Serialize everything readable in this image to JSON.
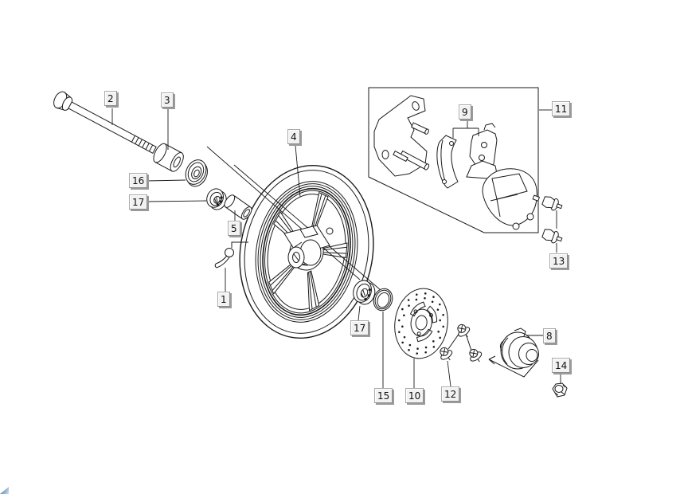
{
  "colors": {
    "background": "#ffffff",
    "line": "#1a1a1a",
    "callout_bg": "#f2f2f2",
    "callout_border": "#aaaaaa",
    "callout_shadow": "#9b9b9b",
    "callout_text": "#111111",
    "corner_mark_dark": "#3f5166",
    "corner_mark_light": "#cfe2f3"
  },
  "callouts": {
    "c1": {
      "num": "1"
    },
    "c2": {
      "num": "2"
    },
    "c3": {
      "num": "3"
    },
    "c4": {
      "num": "4"
    },
    "c5": {
      "num": "5"
    },
    "c8": {
      "num": "8"
    },
    "c9": {
      "num": "9"
    },
    "c10": {
      "num": "10"
    },
    "c11": {
      "num": "11"
    },
    "c12": {
      "num": "12"
    },
    "c13": {
      "num": "13"
    },
    "c14": {
      "num": "14"
    },
    "c15": {
      "num": "15"
    },
    "c16": {
      "num": "16"
    },
    "c17a": {
      "num": "17"
    },
    "c17b": {
      "num": "17"
    }
  }
}
